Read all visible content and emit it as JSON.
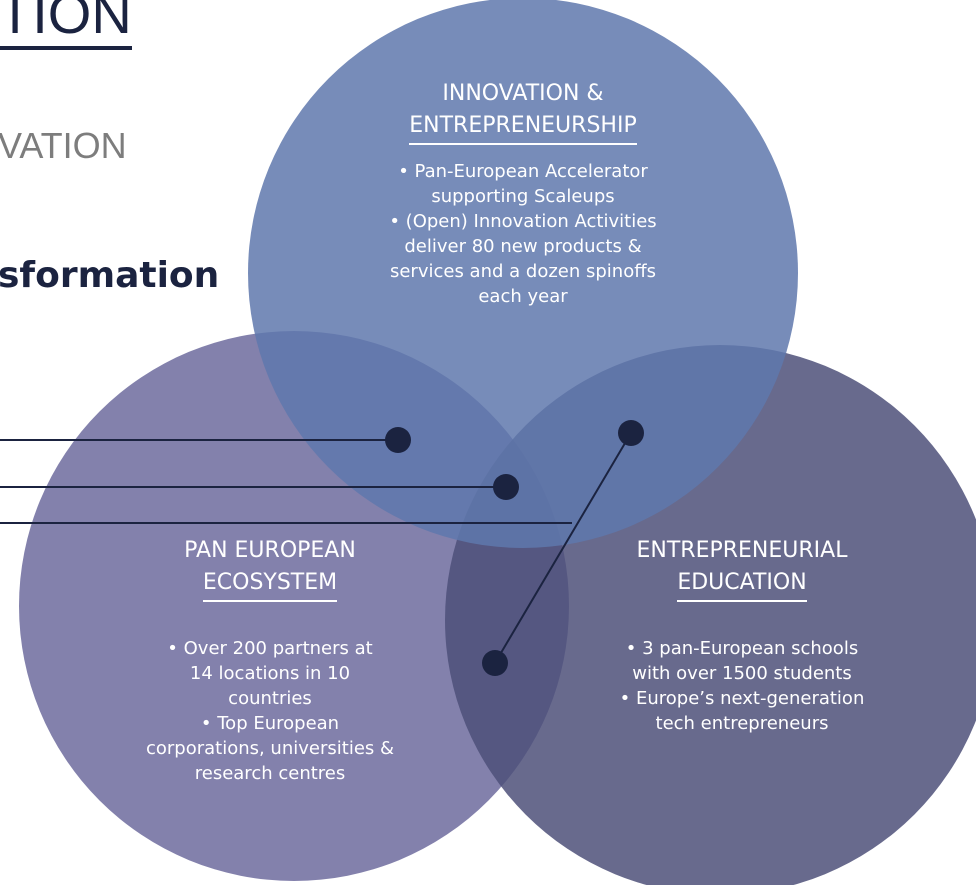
{
  "header": {
    "title": "TION",
    "subtitle": "VATION",
    "bold_heading": "sformation"
  },
  "logo": {
    "icon": "circular-logo-icon"
  },
  "colors": {
    "top_circle": "#5f78ad",
    "left_circle": "#6d6b9e",
    "right_circle": "#4e5079",
    "connector": "#1b2340",
    "heading_dark": "#1b2340",
    "subtitle_gray": "#7d7d7d"
  },
  "circles": {
    "top": {
      "title_line1": "INNOVATION &",
      "title_line2": "ENTREPRENEURSHIP",
      "bullets": [
        "• Pan-European Accelerator",
        "supporting Scaleups",
        "• (Open) Innovation Activities",
        "deliver 80 new products &",
        "services and a dozen spinoffs",
        "each year"
      ]
    },
    "left": {
      "title_line1": "PAN EUROPEAN",
      "title_line2": "ECOSYSTEM",
      "bullets": [
        "• Over 200 partners at",
        "14 locations in 10",
        "countries",
        "• Top European",
        "corporations, universities &",
        "research centres"
      ]
    },
    "right": {
      "title_line1": "ENTREPRENEURIAL",
      "title_line2": "EDUCATION",
      "bullets": [
        "• 3 pan-European schools",
        "with over 1500 students",
        "• Europe’s next-generation",
        "tech entrepreneurs"
      ]
    }
  }
}
